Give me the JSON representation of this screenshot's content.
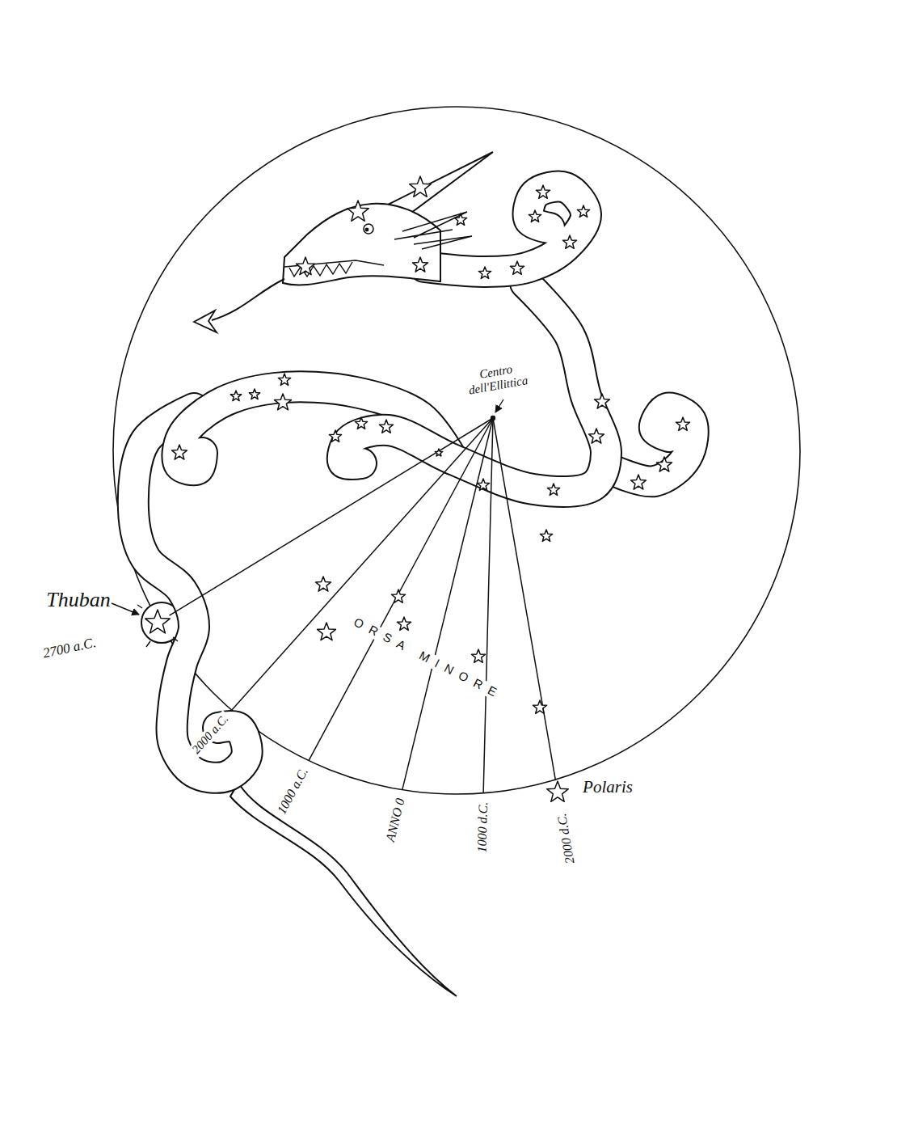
{
  "diagram": {
    "labels": [
      "Centro dell'Ellittica",
      "Thuban",
      "2700 a.C.",
      "ORSA MINORE",
      "2000 a.C.",
      "1000 a.C.",
      "ANNO 0",
      "1000 d.C.",
      "Polaris",
      "2000 d.C."
    ]
  }
}
